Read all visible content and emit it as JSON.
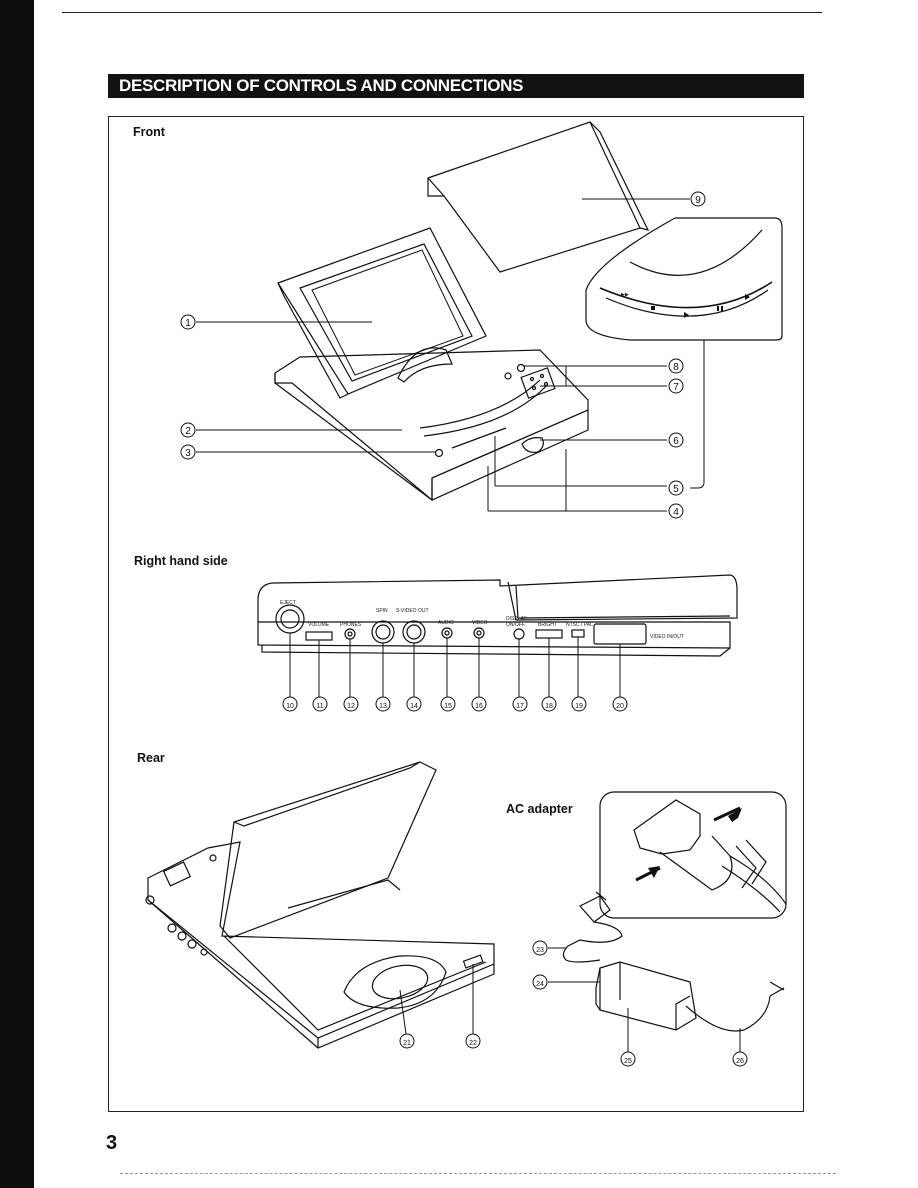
{
  "page": {
    "heading": "DESCRIPTION OF CONTROLS AND CONNECTIONS",
    "page_number": "3"
  },
  "sections": {
    "front": "Front",
    "right_side": "Right hand side",
    "rear": "Rear",
    "ac_adapter": "AC adapter"
  },
  "callouts": [
    "1",
    "2",
    "3",
    "4",
    "5",
    "6",
    "7",
    "8",
    "9",
    "10",
    "11",
    "12",
    "13",
    "14",
    "15",
    "16",
    "17",
    "18",
    "19",
    "20",
    "21",
    "22",
    "23",
    "24",
    "25",
    "26"
  ],
  "panel_labels": {
    "eject": "EJECT",
    "volume": "VOLUME",
    "phones": "PHONES",
    "spin": "SPIN",
    "s_video": "S-VIDEO OUT",
    "audio": "AUDIO",
    "video_jack": "VIDEO",
    "display": "DISPLAY",
    "on_off": "ON/OFF",
    "bright": "BRIGHT",
    "ntsc_pal": "NTSC / PAL",
    "video_in_out": "VIDEO IN/OUT"
  }
}
